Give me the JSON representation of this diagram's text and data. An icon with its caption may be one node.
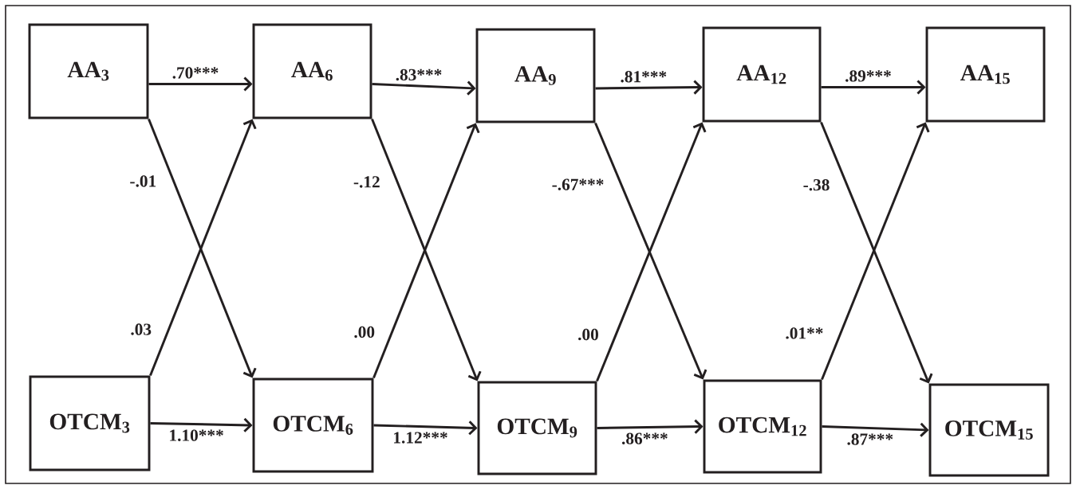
{
  "diagram": {
    "nodes": [
      {
        "text": [
          "AA$_{3}$"
        ]
      },
      {
        "text": [
          "AA$_{6}$"
        ]
      },
      {
        "text": [
          "AA$_{9}$"
        ]
      },
      {
        "text": [
          "AA$_{12}$"
        ]
      },
      {
        "text": [
          "AA$_{15}$"
        ]
      },
      {
        "text": [
          "OTCM$_{3}$"
        ]
      },
      {
        "text": [
          "OTCM$_{6}$"
        ]
      },
      {
        "text": [
          "OTCM$_{9}$"
        ]
      },
      {
        "text": [
          "OTCM$_{12}$"
        ]
      },
      {
        "text": [
          "OTCM$_{15}$"
        ]
      }
    ],
    "edges": [
      {
        "from": 0,
        "to": 1,
        "arrow": "to",
        "label": ".70***"
      },
      {
        "from": 0,
        "to": 6,
        "arrow": "to",
        "label": "-.01"
      },
      {
        "from": 5,
        "to": 1,
        "arrow": "to",
        "label": ".03"
      },
      {
        "from": 5,
        "to": 6,
        "arrow": "to",
        "label": "1.10***"
      },
      {
        "from": 1,
        "to": 2,
        "arrow": "to",
        "label": ".83***"
      },
      {
        "from": 1,
        "to": 7,
        "arrow": "to",
        "label": "-.12"
      },
      {
        "from": 6,
        "to": 2,
        "arrow": "to",
        "label": ".00"
      },
      {
        "from": 6,
        "to": 7,
        "arrow": "to",
        "label": "1.12***"
      },
      {
        "from": 2,
        "to": 3,
        "arrow": "to",
        "label": ".81***"
      },
      {
        "from": 2,
        "to": 8,
        "arrow": "to",
        "label": "-.67***"
      },
      {
        "from": 7,
        "to": 3,
        "arrow": "to",
        "label": ".00"
      },
      {
        "from": 7,
        "to": 8,
        "arrow": "to",
        "label": ".86***"
      },
      {
        "from": 3,
        "to": 4,
        "arrow": "to",
        "label": ".89***"
      },
      {
        "from": 3,
        "to": 9,
        "arrow": "to",
        "label": "-.38"
      },
      {
        "from": 8,
        "to": 4,
        "arrow": "to",
        "label": ".01**"
      },
      {
        "from": 8,
        "to": 9,
        "arrow": "to",
        "label": ".87***"
      }
    ]
  }
}
